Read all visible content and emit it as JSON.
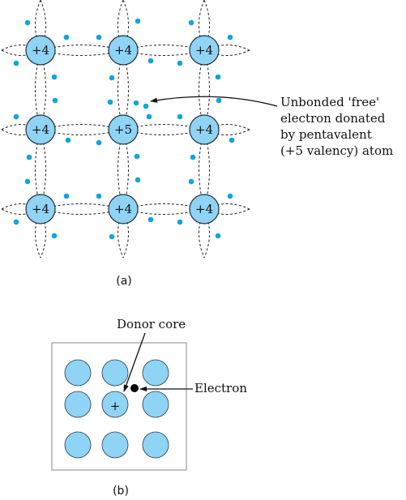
{
  "colors": {
    "atom_fill": "#8fd3f5",
    "valence_electron": "#13a4dd",
    "free_electron_b": "#000000"
  },
  "panel_a": {
    "atoms": [
      [
        "+4",
        "+4",
        "+4"
      ],
      [
        "+4",
        "+5",
        "+4"
      ],
      [
        "+4",
        "+4",
        "+4"
      ]
    ],
    "annotation_lines": [
      "Unbonded 'free'",
      "electron donated",
      "by pentavalent",
      "(+5 valency) atom"
    ],
    "caption": "(a)"
  },
  "panel_b": {
    "donor_core_label": "Donor core",
    "donor_core_symbol": "+",
    "electron_label": "Electron",
    "caption": "(b)"
  }
}
